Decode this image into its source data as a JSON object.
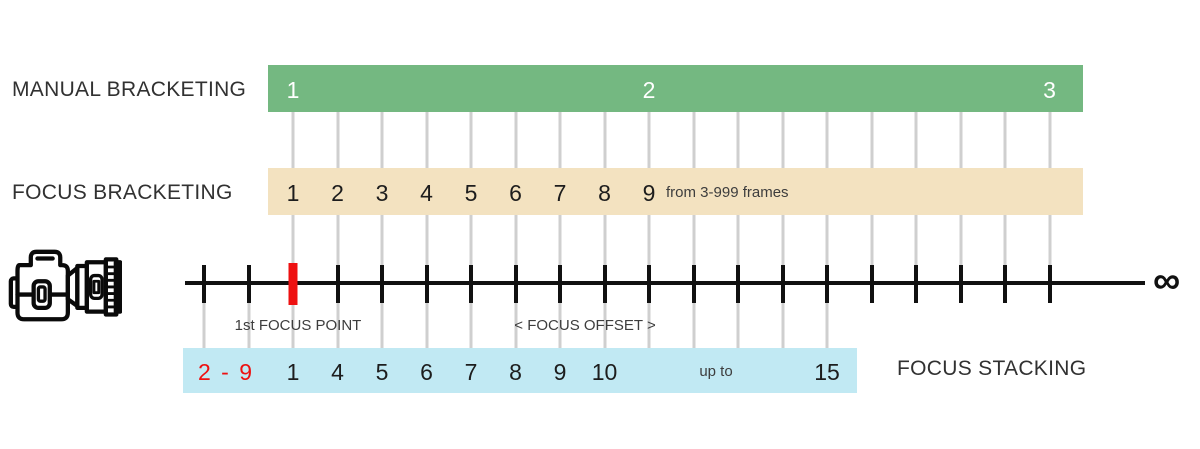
{
  "colors": {
    "green_bar": "#74b881",
    "tan_bar": "#f3e2c0",
    "blue_bar": "#c1e9f3",
    "red_accent": "#ee1111",
    "grid_line": "#cfcfcf",
    "ruler_black": "#111111",
    "text_dark": "#333333",
    "green_bar_text": "#ffffff"
  },
  "manual_bracketing": {
    "label": "MANUAL BRACKETING",
    "markers": [
      {
        "label": "1",
        "tick": 2
      },
      {
        "label": "2",
        "tick": 10
      },
      {
        "label": "3",
        "tick": 19
      }
    ]
  },
  "focus_bracketing": {
    "label": "FOCUS BRACKETING",
    "note": "from 3-999 frames",
    "frames": [
      {
        "label": "1",
        "tick": 2
      },
      {
        "label": "2",
        "tick": 3
      },
      {
        "label": "3",
        "tick": 4
      },
      {
        "label": "4",
        "tick": 5
      },
      {
        "label": "5",
        "tick": 6
      },
      {
        "label": "6",
        "tick": 7
      },
      {
        "label": "7",
        "tick": 8
      },
      {
        "label": "8",
        "tick": 9
      },
      {
        "label": "9",
        "tick": 10
      }
    ]
  },
  "ruler": {
    "tick_count": 20,
    "red_tick": 2,
    "first_focus_point_label": "1st FOCUS POINT",
    "focus_offset_label": "< FOCUS OFFSET >",
    "infinity_symbol": "∞"
  },
  "focus_stacking": {
    "label": "FOCUS STACKING",
    "skipped_shots": "2 - 9",
    "up_to_label": "up to",
    "shots": [
      {
        "label": "1",
        "tick": 2
      },
      {
        "label": "4",
        "tick": 3
      },
      {
        "label": "5",
        "tick": 4
      },
      {
        "label": "6",
        "tick": 5
      },
      {
        "label": "7",
        "tick": 6
      },
      {
        "label": "8",
        "tick": 7
      },
      {
        "label": "9",
        "tick": 8
      },
      {
        "label": "10",
        "tick": 9
      },
      {
        "label": "15",
        "tick": 14
      }
    ]
  }
}
